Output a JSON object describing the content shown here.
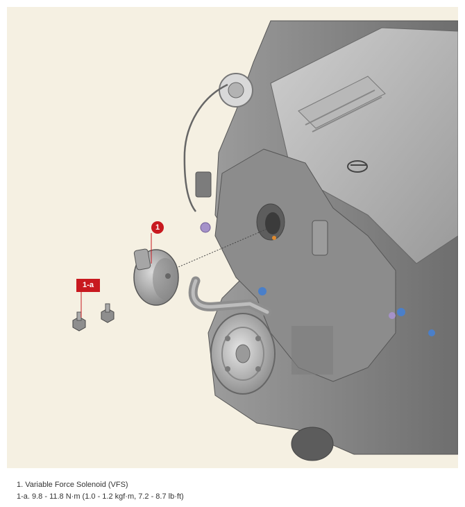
{
  "figure": {
    "callouts": {
      "part": "1",
      "bolt": "1-a"
    },
    "colors": {
      "background": "#f5f0e2",
      "callout": "#c8191f",
      "engine": "#8f8f8f"
    }
  },
  "legend": {
    "items": [
      "1. Variable Force Solenoid (VFS)",
      "1-a. 9.8 - 11.8 N·m (1.0 - 1.2 kgf·m, 7.2 - 8.7 lb·ft)"
    ]
  }
}
